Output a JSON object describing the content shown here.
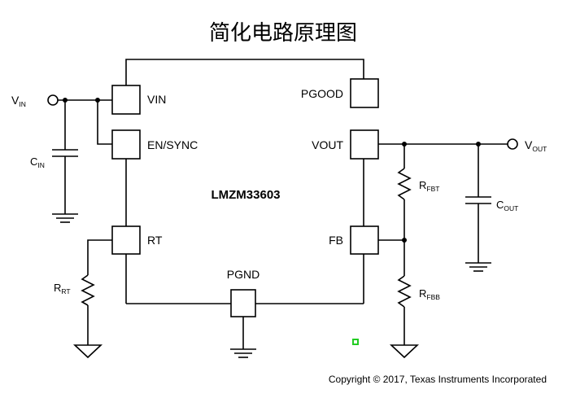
{
  "title": "简化电路原理图",
  "chip_name": "LMZM33603",
  "pins": {
    "vin": "VIN",
    "en_sync": "EN/SYNC",
    "rt": "RT",
    "pgood": "PGOOD",
    "vout": "VOUT",
    "fb": "FB",
    "pgnd": "PGND"
  },
  "terminals": {
    "vin": {
      "main": "V",
      "sub": "IN"
    },
    "vout": {
      "main": "V",
      "sub": "OUT"
    }
  },
  "components": {
    "cin": {
      "main": "C",
      "sub": "IN"
    },
    "rrt": {
      "main": "R",
      "sub": "RT"
    },
    "rfbt": {
      "main": "R",
      "sub": "FBT"
    },
    "rfbb": {
      "main": "R",
      "sub": "FBB"
    },
    "cout": {
      "main": "C",
      "sub": "OUT"
    }
  },
  "copyright": "Copyright © 2017, Texas Instruments Incorporated",
  "colors": {
    "line": "#000000",
    "marker": "#22cc22"
  }
}
